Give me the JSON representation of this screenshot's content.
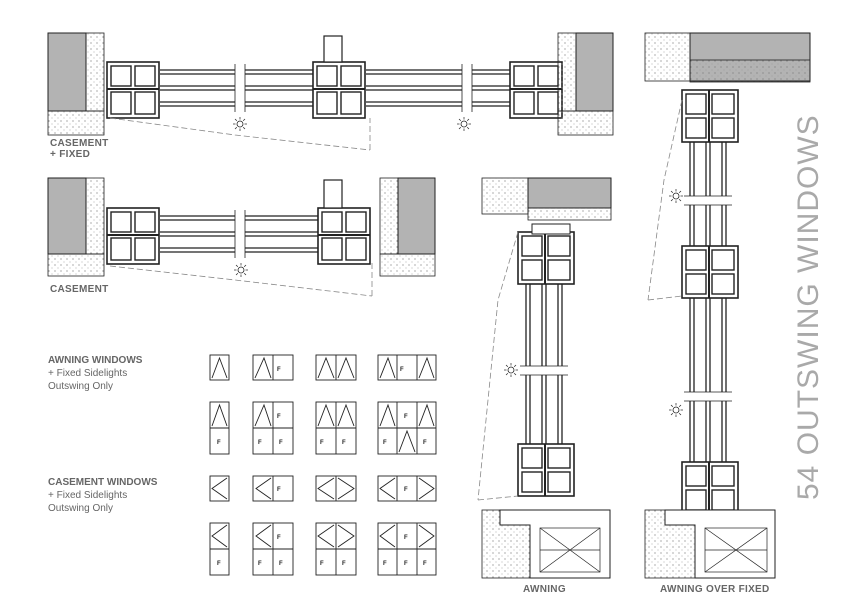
{
  "title": "54 OUTSWING WINDOWS",
  "captions": {
    "casement_fixed": [
      "CASEMENT",
      "+ FIXED"
    ],
    "casement": "CASEMENT",
    "awning": "AWNING",
    "awning_over_fixed": "AWNING OVER FIXED"
  },
  "legends": {
    "awning": {
      "heading": "AWNING WINDOWS",
      "line1": "+ Fixed Sidelights",
      "line2": "Outswing Only"
    },
    "casement": {
      "heading": "CASEMENT WINDOWS",
      "line1": "+ Fixed Sidelights",
      "line2": "Outswing Only"
    }
  },
  "fixed_mark": "F",
  "colors": {
    "wall": "#b3b3b3",
    "line": "#222222",
    "dash": "#888888",
    "title": "#a9a9a9"
  }
}
